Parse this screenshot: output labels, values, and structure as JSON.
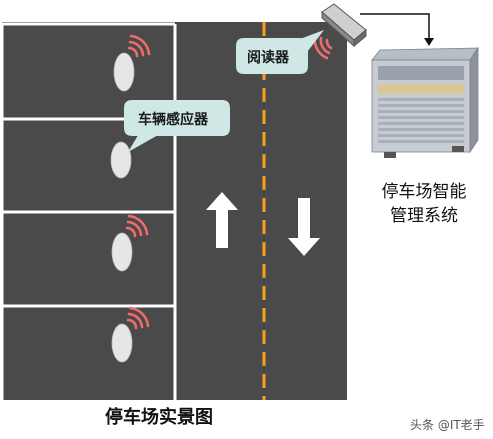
{
  "callouts": {
    "reader": "阅读器",
    "vehicle_sensor": "车辆感应器"
  },
  "system": {
    "line1": "停车场智能",
    "line2": "管理系统"
  },
  "caption": "停车场实景图",
  "watermark": "头条 @IT老手",
  "colors": {
    "road": "#4a4a4a",
    "lane_divider": "#f2a21a",
    "slot_line": "#ffffff",
    "signal": "#f06b6b",
    "callout_bg": "#cfe8e6",
    "sensor": "#e6e6e6"
  },
  "icons": [
    "arrow-up-icon",
    "arrow-down-icon",
    "server-icon",
    "reader-device-icon",
    "signal-wave-icon",
    "sensor-disc-icon"
  ]
}
